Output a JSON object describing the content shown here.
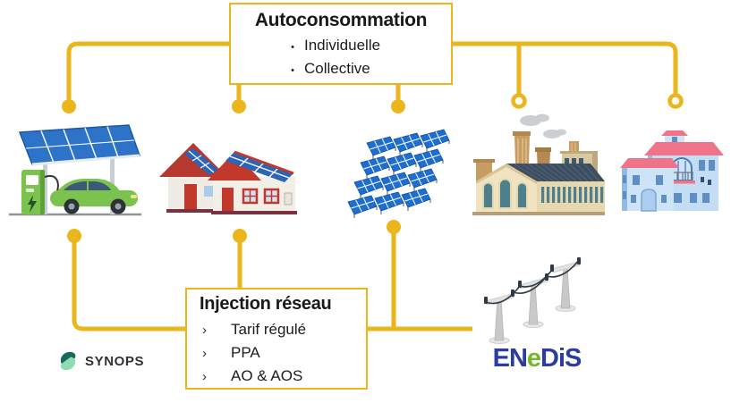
{
  "boxes": {
    "autoconsommation": {
      "title": "Autoconsommation",
      "marker": "•",
      "items": [
        "Individuelle",
        "Collective"
      ]
    },
    "injection": {
      "title": "Injection réseau",
      "marker": "›",
      "items": [
        "Tarif régulé",
        "PPA",
        "AO & AOS"
      ]
    }
  },
  "logos": {
    "synops": {
      "text": "SYNOPS"
    },
    "enedis": {
      "part_en": "EN",
      "part_e": "e",
      "part_dis": "DiS"
    }
  },
  "illustrations": [
    "solar-carport-ev-charging-station",
    "houses-with-rooftop-solar-panels",
    "ground-mounted-solar-farm",
    "factory-with-solar-roof",
    "residential-buildings",
    "electricity-distribution-pylons"
  ],
  "colors": {
    "accent_yellow": "#EBB51C",
    "solar_blue": "#2a6cc4",
    "enedis_blue": "#2b3d9e",
    "enedis_green": "#76b72f",
    "synops_dark_teal": "#156a59",
    "synops_mint": "#8fdcb0"
  }
}
